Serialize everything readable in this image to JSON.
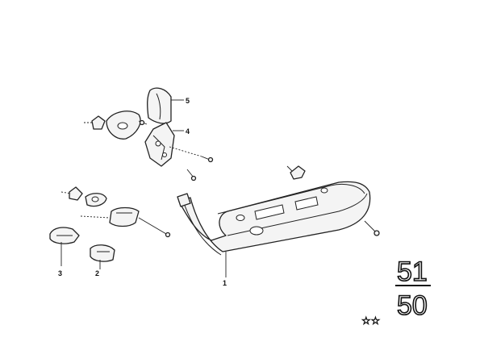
{
  "callouts": {
    "c1": "1",
    "c2": "2",
    "c3": "3",
    "c4": "4",
    "c5": "5"
  },
  "group_number": {
    "top": "51",
    "bottom": "50"
  },
  "marks": "☆☆"
}
